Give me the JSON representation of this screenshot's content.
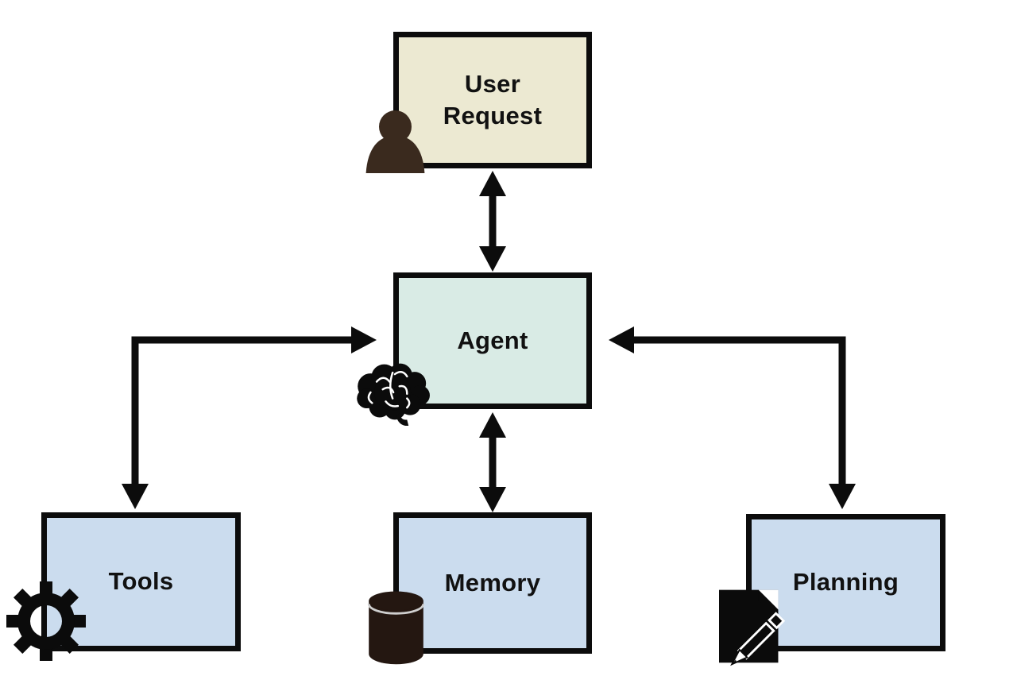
{
  "diagram": {
    "type": "flowchart",
    "background": "#ffffff",
    "arrow_color": "#0c0c0c",
    "border_color": "#0c0c0c",
    "nodes": [
      {
        "id": "user-request",
        "label": "User Request",
        "fill": "#ece9d2",
        "icon": "person-icon"
      },
      {
        "id": "agent",
        "label": "Agent",
        "fill": "#d9ebe5",
        "icon": "brain-icon"
      },
      {
        "id": "tools",
        "label": "Tools",
        "fill": "#cbdcee",
        "icon": "gear-icon"
      },
      {
        "id": "memory",
        "label": "Memory",
        "fill": "#cbdcee",
        "icon": "database-icon"
      },
      {
        "id": "planning",
        "label": "Planning",
        "fill": "#cbdcee",
        "icon": "document-pencil-icon"
      }
    ],
    "icon_colors": {
      "person": "#3a2a1e",
      "brain": "#0b0b0b",
      "gear": "#0b0b0b",
      "database": "#241711",
      "document": "#0b0b0b"
    },
    "edges": [
      {
        "from": "User Request",
        "to": "Agent",
        "direction": "bidirectional",
        "shape": "straight-vertical"
      },
      {
        "from": "Agent",
        "to": "Tools",
        "direction": "bidirectional",
        "shape": "elbow"
      },
      {
        "from": "Agent",
        "to": "Memory",
        "direction": "bidirectional",
        "shape": "straight-vertical"
      },
      {
        "from": "Agent",
        "to": "Planning",
        "direction": "bidirectional",
        "shape": "elbow"
      }
    ]
  }
}
